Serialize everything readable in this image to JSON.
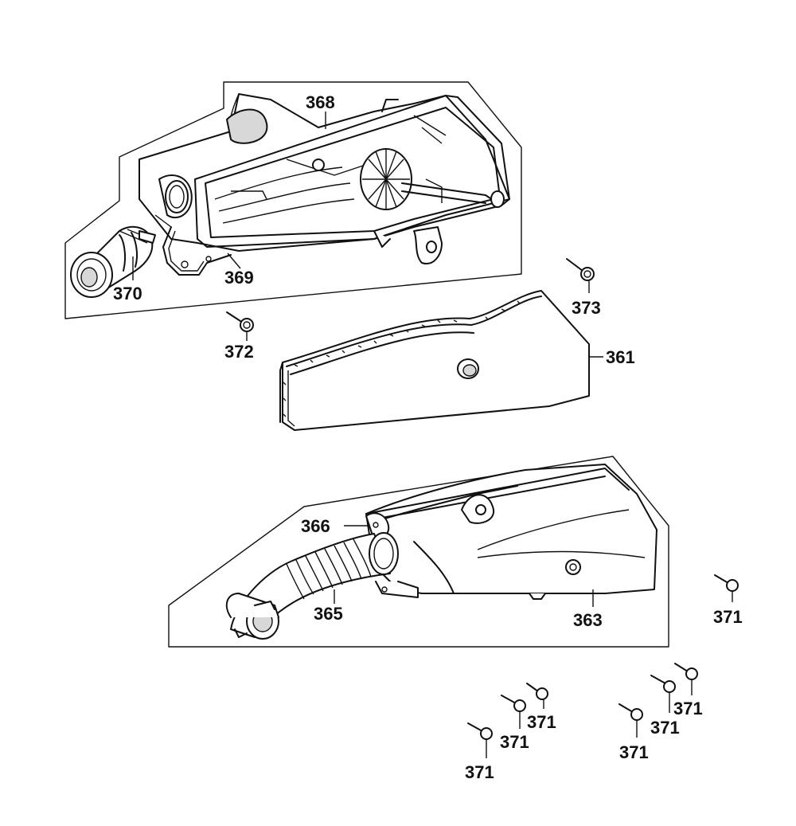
{
  "diagram": {
    "callouts": {
      "p361": "361",
      "p363": "363",
      "p365": "365",
      "p366": "366",
      "p368": "368",
      "p369": "369",
      "p370": "370",
      "p371": "371",
      "p372": "372",
      "p373": "373"
    }
  }
}
